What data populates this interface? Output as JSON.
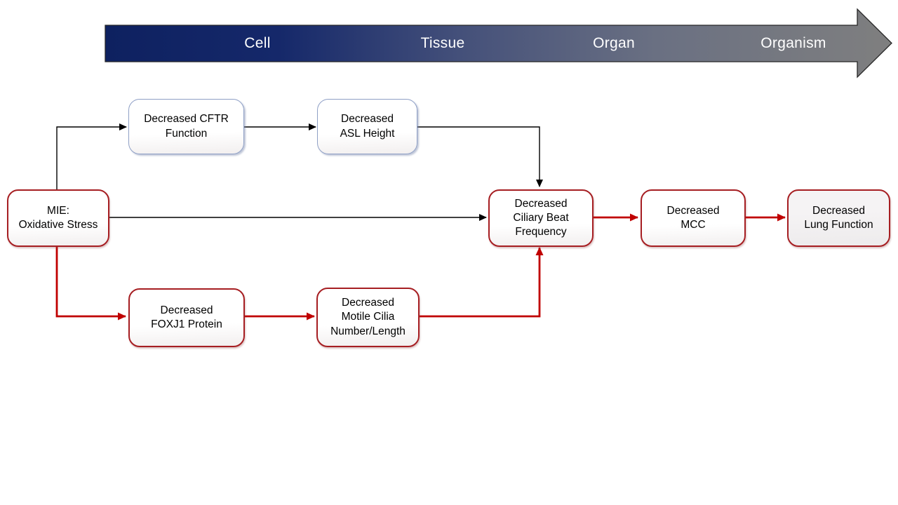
{
  "banner": {
    "stages": [
      {
        "label": "Cell"
      },
      {
        "label": "Tissue"
      },
      {
        "label": "Organ"
      },
      {
        "label": "Organism"
      }
    ],
    "gradient_start_color": "#0e2160",
    "gradient_end_color": "#7f7f7f",
    "text_color": "#ffffff"
  },
  "nodes": [
    {
      "id": "mie",
      "label": "MIE:\nOxidative Stress",
      "style": "red"
    },
    {
      "id": "cftr",
      "label": "Decreased CFTR\nFunction",
      "style": "blue"
    },
    {
      "id": "asl",
      "label": "Decreased\nASL Height",
      "style": "blue"
    },
    {
      "id": "cbf",
      "label": "Decreased\nCiliary Beat\nFrequency",
      "style": "red"
    },
    {
      "id": "mcc",
      "label": "Decreased\nMCC",
      "style": "red"
    },
    {
      "id": "lung",
      "label": "Decreased\nLung Function",
      "style": "red-shaded"
    },
    {
      "id": "foxj1",
      "label": "Decreased\nFOXJ1 Protein",
      "style": "red"
    },
    {
      "id": "cilia",
      "label": "Decreased\nMotile Cilia\nNumber/Length",
      "style": "red"
    }
  ],
  "edges": [
    {
      "from": "MIE: Oxidative Stress",
      "to": "Decreased CFTR Function",
      "color": "black"
    },
    {
      "from": "Decreased CFTR Function",
      "to": "Decreased ASL Height",
      "color": "black"
    },
    {
      "from": "Decreased ASL Height",
      "to": "Decreased Ciliary Beat Frequency",
      "color": "black"
    },
    {
      "from": "MIE: Oxidative Stress",
      "to": "Decreased Ciliary Beat Frequency",
      "color": "black"
    },
    {
      "from": "MIE: Oxidative Stress",
      "to": "Decreased FOXJ1 Protein",
      "color": "red"
    },
    {
      "from": "Decreased FOXJ1 Protein",
      "to": "Decreased Motile Cilia Number/Length",
      "color": "red"
    },
    {
      "from": "Decreased Motile Cilia Number/Length",
      "to": "Decreased Ciliary Beat Frequency",
      "color": "red"
    },
    {
      "from": "Decreased Ciliary Beat Frequency",
      "to": "Decreased MCC",
      "color": "red"
    },
    {
      "from": "Decreased MCC",
      "to": "Decreased Lung Function",
      "color": "red"
    }
  ],
  "colors": {
    "key_event_border": "#a61e22",
    "upstream_border": "#8fa0c6",
    "red_arrow": "#c00000",
    "black_arrow": "#000000",
    "outcome_fill": "#f2f0f0"
  }
}
